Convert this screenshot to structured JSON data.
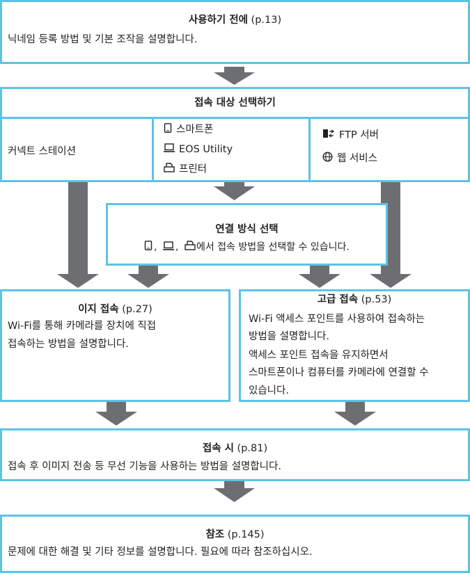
{
  "colors": {
    "border": "#5cc3e6",
    "arrow": "#6d6e71",
    "text": "#231f20"
  },
  "before_use": {
    "title": "사용하기 전에",
    "page": " (p.13)",
    "desc": "닉네임 등록 방법 및 기본 조작을 설명합니다."
  },
  "select_target": {
    "title": "접속 대상 선택하기",
    "connect_station": "커넥트 스테이션",
    "smartphone": "스마트폰",
    "eos_utility": "EOS Utility",
    "printer": "프린터",
    "ftp": "FTP 서버",
    "web": "웹 서비스"
  },
  "method_select": {
    "title": "연결 방식 선택",
    "sep1": ",",
    "sep2": ",",
    "desc": "에서 접속 방법을 선택할 수 있습니다."
  },
  "easy": {
    "title": "이지 접속",
    "page": " (p.27)",
    "lines": [
      "Wi-Fi를 통해 카메라를 장치에 직접",
      "접속하는 방법을 설명합니다."
    ]
  },
  "advanced": {
    "title": "고급 접속",
    "page": " (p.53)",
    "lines": [
      "Wi-Fi 액세스 포인트를 사용하여 접속하는",
      "방법을 설명합니다.",
      "액세스 포인트 접속을 유지하면서",
      "스마트폰이나 컴퓨터를 카메라에 연결할 수",
      "있습니다."
    ]
  },
  "when_connected": {
    "title": "접속 시",
    "page": " (p.81)",
    "desc": "접속 후 이미지 전송 등 무선 기능을 사용하는 방법을 설명합니다."
  },
  "reference": {
    "title": "참조",
    "page": " (p.145)",
    "desc": "문제에 대한 해결 및 기타 정보를 설명합니다. 필요에 따라 참조하십시오."
  },
  "icons": [
    "smartphone-icon",
    "computer-icon",
    "printer-icon",
    "ftp-server-icon",
    "globe-icon"
  ]
}
